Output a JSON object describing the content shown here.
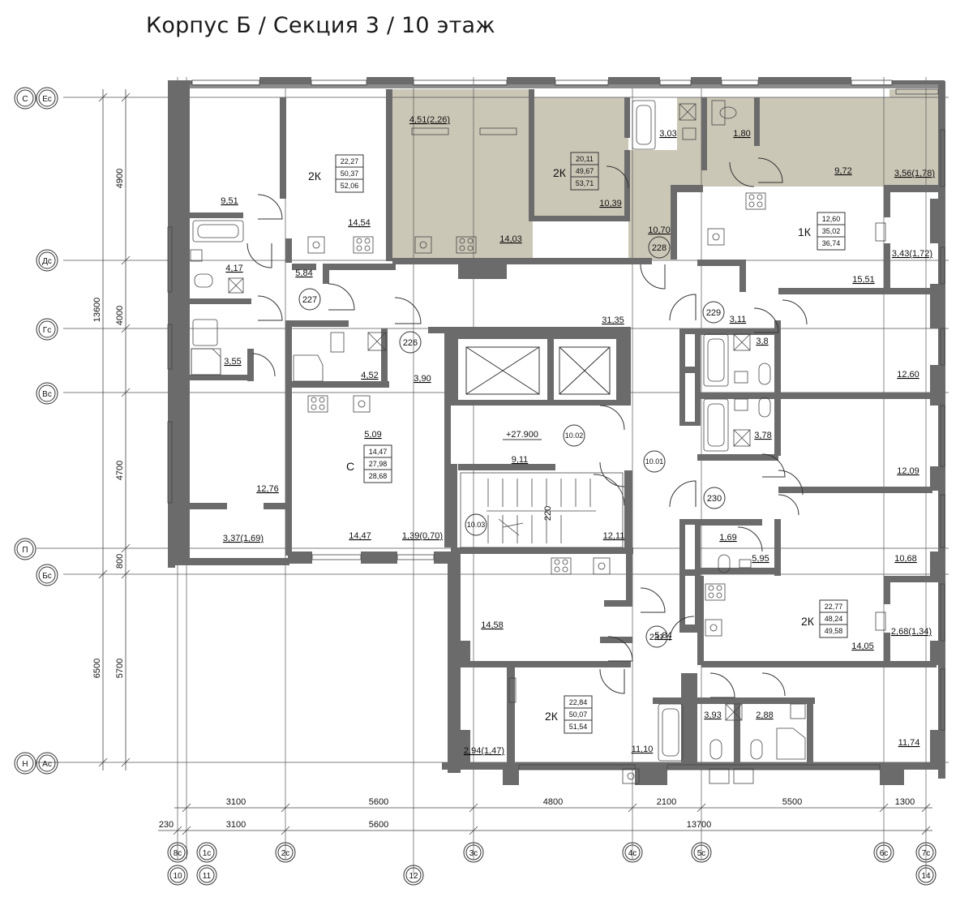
{
  "title": "Корпус Б / Секция 3 / 10 этаж",
  "colors": {
    "highlight": "#cbc7b7",
    "wall": "#6b6b6b",
    "line": "#333333"
  },
  "axes_rows": [
    {
      "outer": "С",
      "inner": "Ес"
    },
    {
      "outer": "",
      "inner": "Дс"
    },
    {
      "outer": "",
      "inner": "Гс"
    },
    {
      "outer": "",
      "inner": "Вс"
    },
    {
      "outer": "П",
      "inner": ""
    },
    {
      "outer": "",
      "inner": "Бс"
    },
    {
      "outer": "Н",
      "inner": "Ас"
    }
  ],
  "axes_cols": [
    {
      "top": "8с",
      "bottom": "10"
    },
    {
      "top": "1с",
      "bottom": "11"
    },
    {
      "top": "2с",
      "bottom": ""
    },
    {
      "top": "",
      "bottom": "12"
    },
    {
      "top": "3с",
      "bottom": ""
    },
    {
      "top": "4с",
      "bottom": ""
    },
    {
      "top": "5с",
      "bottom": ""
    },
    {
      "top": "6с",
      "bottom": ""
    },
    {
      "top": "7с",
      "bottom": "14"
    }
  ],
  "dims_vertical": {
    "outer": [
      "13600",
      "6500"
    ],
    "inner": [
      "4900",
      "4000",
      "4700",
      "800",
      "5700"
    ]
  },
  "dims_horizontal": {
    "row1": [
      "3100",
      "5600",
      "4800",
      "2100",
      "5500",
      "1300"
    ],
    "row2": [
      "230",
      "3100",
      "5600",
      "13700"
    ]
  },
  "apartments": [
    {
      "type": "2К",
      "values": [
        "22,27",
        "50,37",
        "52,06"
      ]
    },
    {
      "type": "2К",
      "values": [
        "20,11",
        "49,67",
        "53,71"
      ]
    },
    {
      "type": "1К",
      "values": [
        "12,60",
        "35,02",
        "36,74"
      ]
    },
    {
      "type": "С",
      "values": [
        "14,47",
        "27,98",
        "28,68"
      ]
    },
    {
      "type": "2К",
      "values": [
        "22,77",
        "48,24",
        "49,58"
      ]
    },
    {
      "type": "2К",
      "values": [
        "22,84",
        "50,07",
        "51,54"
      ]
    }
  ],
  "room_areas": [
    "9,51",
    "14,54",
    "4,51(2,26)",
    "14,03",
    "3,03",
    "1,80",
    "10,39",
    "9,72",
    "3,56(1,78)",
    "10,70",
    "3,43(1,72)",
    "15,51",
    "4,17",
    "5,84",
    "3,55",
    "4,52",
    "3,90",
    "31,35",
    "3,11",
    "3,8",
    "12,60",
    "5,09",
    "3,78",
    "12,09",
    "9,11",
    "12,76",
    "3,37(1,69)",
    "14,47",
    "1,39(0,70)",
    "12,11",
    "1,69",
    "5,95",
    "10,68",
    "14,58",
    "5,84",
    "14,05",
    "2,68(1,34)",
    "3,93",
    "2,88",
    "11,74",
    "2,94(1,47)",
    "11,10"
  ],
  "room_numbers": [
    "228",
    "227",
    "226",
    "229",
    "230",
    "231"
  ],
  "stair_tags": [
    "10.01",
    "10.02",
    "10.03"
  ],
  "level_mark": "+27.900",
  "stair_dim": "220"
}
